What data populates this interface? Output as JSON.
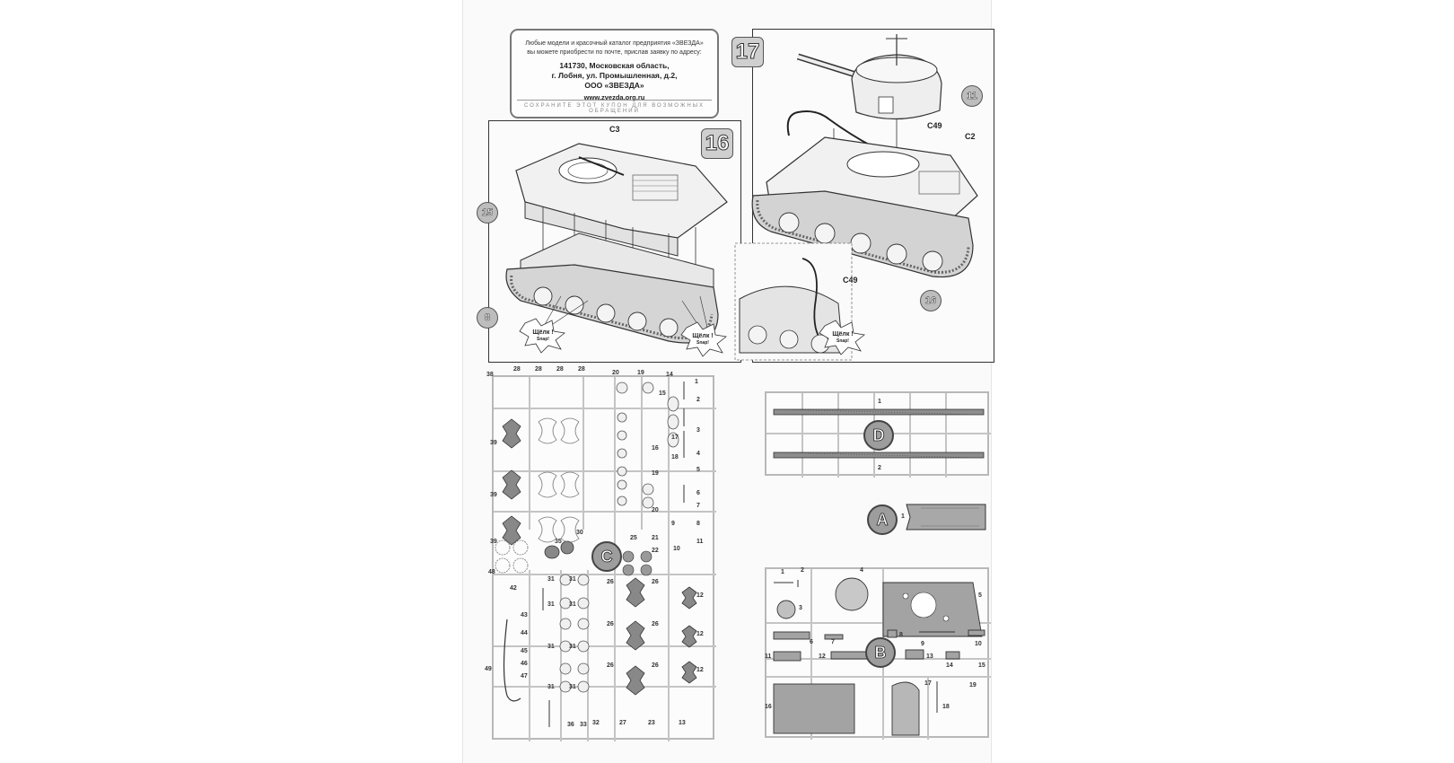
{
  "coupon": {
    "line1": "Любые модели и красочный каталог предприятия «ЗВЕЗДА»",
    "line2": "вы можете приобрести по почте, прислав заявку по адресу:",
    "addr1": "141730, Московская область,",
    "addr2": "г. Лобня, ул. Промышленная, д.2,",
    "addr3": "ООО «ЗВЕЗДА»",
    "website": "www.zvezda.org.ru",
    "footer": "СОХРАНИТЕ ЭТОТ КУПОН ДЛЯ ВОЗМОЖНЫХ ОБРАЩЕНИЙ"
  },
  "step16": {
    "number": "16",
    "part_top": "15",
    "part_bottom": "8",
    "callout": "C3",
    "click_left": "Щёлк !",
    "click_left_sub": "Snap!",
    "click_right": "Щёлк !",
    "click_right_sub": "Snap!"
  },
  "step17": {
    "number": "17",
    "part_turret": "11",
    "part_hull": "16",
    "callout_c49": "C49",
    "callout_c2": "C2",
    "callout_inset": "C49",
    "click": "Щёлк !",
    "click_sub": "Snap!"
  },
  "sprues": {
    "C": {
      "letter": "C",
      "labels_top": [
        "38",
        "28",
        "28",
        "28",
        "28",
        "20",
        "19",
        "14",
        "1",
        "15",
        "2"
      ],
      "labels_left": [
        "39",
        "39",
        "39"
      ],
      "labels_right": [
        "3",
        "16",
        "17",
        "4",
        "18",
        "19",
        "5",
        "6",
        "20",
        "7"
      ],
      "labels_mid": [
        "30",
        "35",
        "25",
        "21",
        "22",
        "9",
        "8",
        "10",
        "11"
      ],
      "labels_bottom_area": [
        "48",
        "42",
        "31",
        "31",
        "31",
        "31",
        "31",
        "31",
        "31",
        "31",
        "26",
        "26",
        "26",
        "26",
        "26",
        "26",
        "12",
        "12",
        "12",
        "49",
        "43",
        "44",
        "45",
        "46",
        "47"
      ],
      "labels_bottom": [
        "36",
        "33",
        "32",
        "27",
        "23",
        "13"
      ]
    },
    "D": {
      "letter": "D",
      "label_top": "1",
      "label_bottom": "2"
    },
    "A": {
      "letter": "A",
      "label": "1"
    },
    "B": {
      "letter": "B",
      "labels": [
        "1",
        "2",
        "4",
        "5",
        "3",
        "6",
        "7",
        "8",
        "9",
        "10",
        "11",
        "12",
        "13",
        "14",
        "15",
        "16",
        "17",
        "18",
        "19"
      ]
    }
  },
  "colors": {
    "line": "#333333",
    "plastic": "#9e9e9e",
    "frame": "#b8b8b8"
  }
}
